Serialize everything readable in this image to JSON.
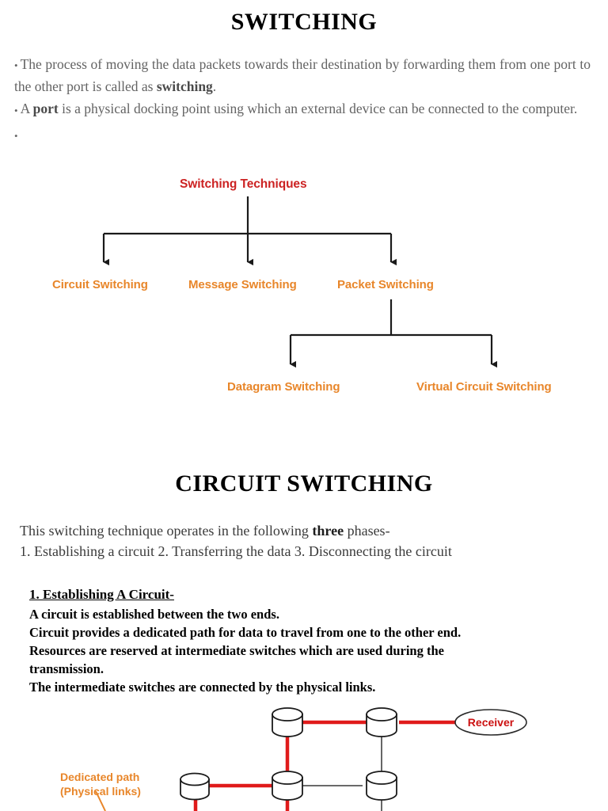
{
  "document": {
    "title": "SWITCHING",
    "section_title": "CIRCUIT SWITCHING"
  },
  "intro": {
    "bullet1_pre": "The process of moving the data packets towards their destination by forwarding them from one port to the other port is called as ",
    "bullet1_bold": "switching",
    "bullet1_post": ".",
    "bullet2_pre": "A ",
    "bullet2_bold": "port",
    "bullet2_post": " is a physical docking point using which an external device can be connected to the computer.",
    "bullet3": "",
    "bullet_marker": "•"
  },
  "tree": {
    "root": "Switching Techniques",
    "level1": [
      "Circuit Switching",
      "Message Switching",
      "Packet Switching"
    ],
    "level2": [
      "Datagram Switching",
      "Virtual Circuit Switching"
    ],
    "root_color": "#cc2222",
    "node_color": "#e8862a",
    "connector_color": "#1a1a1a"
  },
  "circuit_switching": {
    "intro_pre": "This switching technique operates in the following ",
    "intro_bold": "three",
    "intro_post": " phases-",
    "phases_line": "1. Establishing a circuit  2. Transferring the data 3.  Disconnecting the circuit",
    "phase1_heading": "1. Establishing A Circuit-",
    "phase1_lines": [
      "A circuit is established between the two ends.",
      "Circuit provides a dedicated path for data to travel from one to the other end.",
      "Resources are reserved at intermediate switches which are used during the",
      "transmission.",
      "The intermediate switches are connected by the physical links."
    ]
  },
  "network_diagram": {
    "receiver_label": "Receiver",
    "dedicated_label_line1": "Dedicated path",
    "dedicated_label_line2": "(Physical links)",
    "path_color": "#e01b1b",
    "link_color": "#555555",
    "node_color": "#ffffff",
    "node_stroke": "#1a1a1a",
    "label_color": "#e8862a",
    "receiver_text_color": "#cc1111"
  }
}
